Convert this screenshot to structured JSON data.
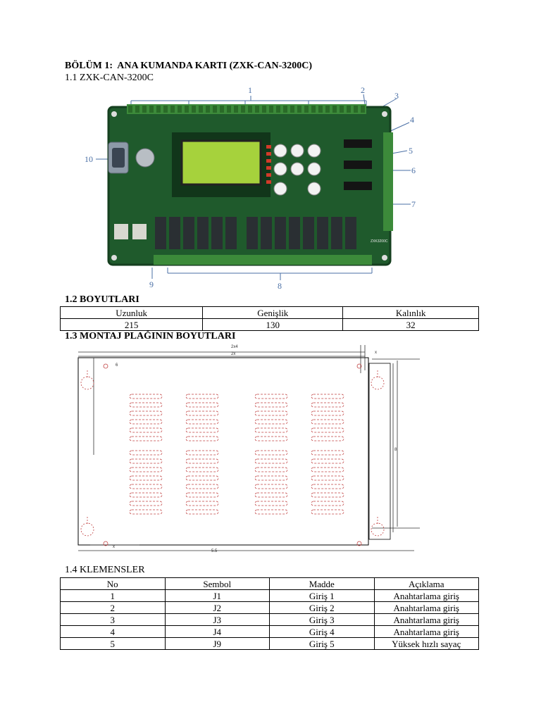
{
  "section1": {
    "title": "BÖLÜM 1:  ANA KUMANDA KARTI (ZXK-CAN-3200C)",
    "subtitle": "1.1 ZXK-CAN-3200C",
    "callouts": [
      "1",
      "2",
      "3",
      "4",
      "5",
      "6",
      "7",
      "8",
      "9",
      "10"
    ],
    "board_label": "ZXK3200C"
  },
  "dimensions": {
    "title": "1.2 BOYUTLARI",
    "headers": [
      "Uzunluk",
      "Genişlik",
      "Kalınlık"
    ],
    "values": [
      "215",
      "130",
      "32"
    ]
  },
  "mounting": {
    "title": "1.3 MONTAJ PLAĞININ BOYUTLARI",
    "labels": [
      "2x4",
      "2x",
      "x",
      "6",
      "8",
      "x",
      "5.5"
    ]
  },
  "terminals": {
    "title": "1.4 KLEMENSLER",
    "headers": [
      "No",
      "Sembol",
      "Madde",
      "Açıklama"
    ],
    "rows": [
      [
        "1",
        "J1",
        "Giriş 1",
        "Anahtarlama giriş"
      ],
      [
        "2",
        "J2",
        "Giriş 2",
        "Anahtarlama giriş"
      ],
      [
        "3",
        "J3",
        "Giriş 3",
        "Anahtarlama giriş"
      ],
      [
        "4",
        "J4",
        "Giriş 4",
        "Anahtarlama giriş"
      ],
      [
        "5",
        "J9",
        "Giriş 5",
        "Yüksek hızlı sayaç"
      ]
    ]
  },
  "colors": {
    "pcb": "#1f5a2c",
    "pcb_dark": "#153f1f",
    "terminal": "#3c8a3a",
    "lcd": "#a6d23c",
    "callout": "#4a6fa5",
    "dim_line": "#c04040"
  }
}
